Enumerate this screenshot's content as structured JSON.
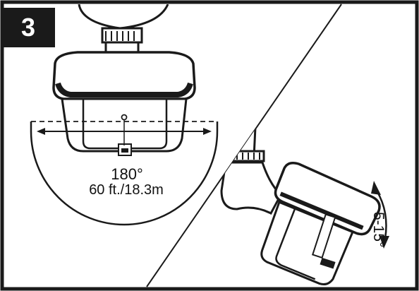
{
  "step": {
    "number": "3"
  },
  "front_view": {
    "angle_label": "180°",
    "range_label": "60 ft./18.3m"
  },
  "side_view": {
    "tilt_label": "5-15°"
  },
  "colors": {
    "ink": "#1a1a1a",
    "paper": "#ffffff"
  }
}
